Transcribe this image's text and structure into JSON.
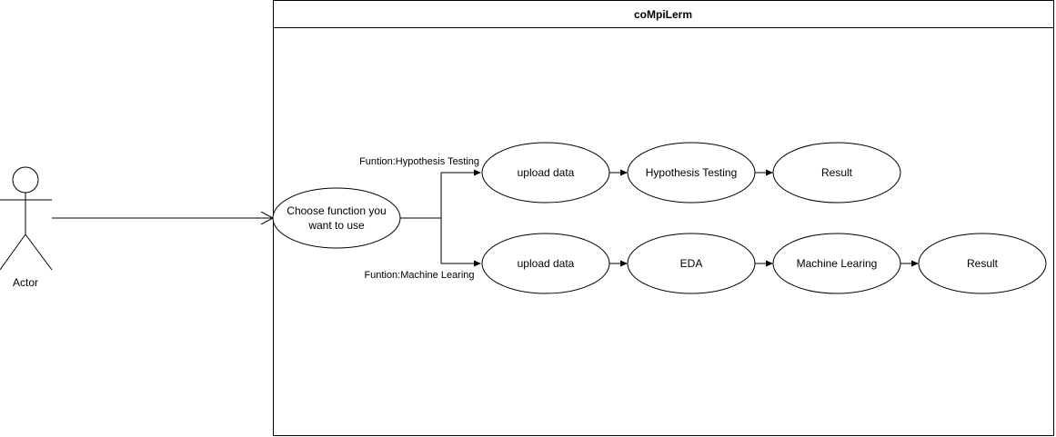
{
  "system": {
    "title": "coMpiLerm"
  },
  "actor": {
    "label": "Actor"
  },
  "nodes": {
    "choose": {
      "line1": "Choose function you",
      "line2": "want to use"
    },
    "upload_top": "upload data",
    "hypothesis": "Hypothesis Testing",
    "result_top": "Result",
    "upload_bottom": "upload data",
    "eda": "EDA",
    "ml": "Machine Learing",
    "result_bottom": "Result"
  },
  "edges": {
    "branch_top_label": "Funtion:Hypothesis Testing",
    "branch_bottom_label": "Funtion:Machine Learing"
  }
}
